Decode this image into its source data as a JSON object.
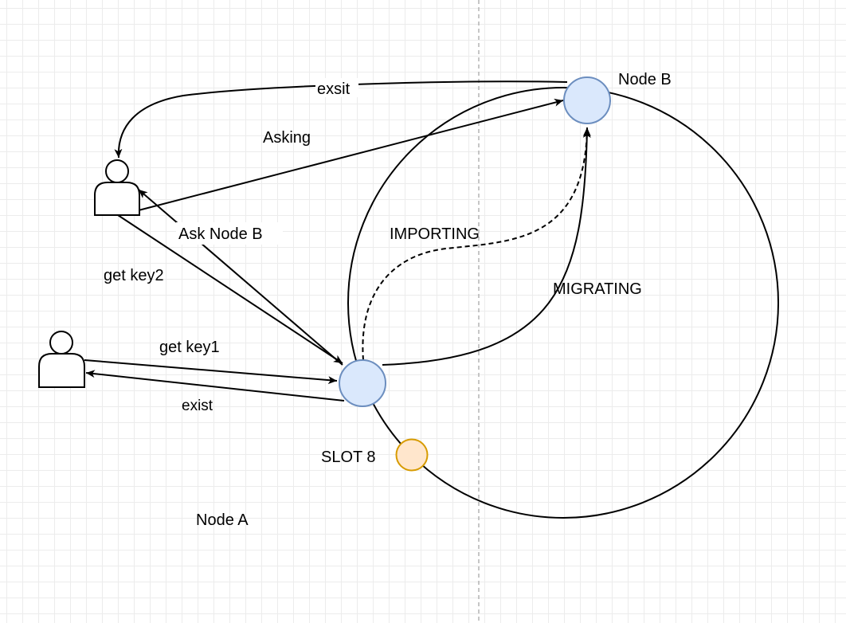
{
  "nodes": {
    "node_b": "Node B",
    "node_a": "Node A",
    "slot": "SLOT 8"
  },
  "edges": {
    "exsit": "exsit",
    "asking": "Asking",
    "ask_node_b": "Ask Node B",
    "get_key2": "get key2",
    "get_key1": "get key1",
    "exist": "exist"
  },
  "states": {
    "importing": "IMPORTING",
    "migrating": "MIGRATING"
  },
  "colors": {
    "node_fill": "#dae8fc",
    "node_stroke": "#6c8ebf",
    "slot_fill": "#ffe6cc",
    "slot_stroke": "#d79b00",
    "divider": "#b3b3b3"
  },
  "icons": [
    "user-icon",
    "user-icon"
  ]
}
